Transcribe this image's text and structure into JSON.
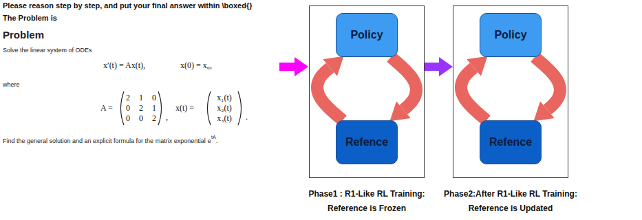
{
  "diagram": {
    "nodes": [
      {
        "text": [
          "Phase1 : R1-Like RL Training: Reference is Frozen"
        ]
      },
      {
        "text": [
          "Policy"
        ],
        "in": 0
      },
      {
        "text": [
          "Refence"
        ],
        "in": 0
      },
      {
        "text": [
          "Phase2:After R1-Like RL Training: Reference is Updated"
        ]
      },
      {
        "text": [
          "Policy"
        ],
        "in": 3
      },
      {
        "text": [
          "Refence"
        ],
        "in": 3
      }
    ],
    "edges": [
      {
        "from": 0,
        "to": 3,
        "arrow": "to"
      },
      {
        "from": 2,
        "to": 1,
        "arrow": "to"
      },
      {
        "from": 1,
        "to": 2,
        "arrow": "to"
      },
      {
        "from": 5,
        "to": 4,
        "arrow": "to"
      },
      {
        "from": 4,
        "to": 5,
        "arrow": "to"
      }
    ],
    "labels": [
      "Please reason step by step, and put your final answer within \\boxed{}",
      "The Problem is",
      "Problem",
      "Solve the linear system of ODEs",
      "x′(t) = Ax(t),",
      "x(0) = x₀,",
      "where",
      "A =",
      "2",
      "1",
      "0",
      "0",
      "2",
      "1",
      "0",
      "0",
      "2",
      ",",
      "x(t) =",
      "x₁(t)",
      "x₂(t)",
      "x₃(t)",
      ".",
      "Find the general solution and an explicit formula for the matrix exponential",
      "e",
      "tA",
      "."
    ]
  }
}
